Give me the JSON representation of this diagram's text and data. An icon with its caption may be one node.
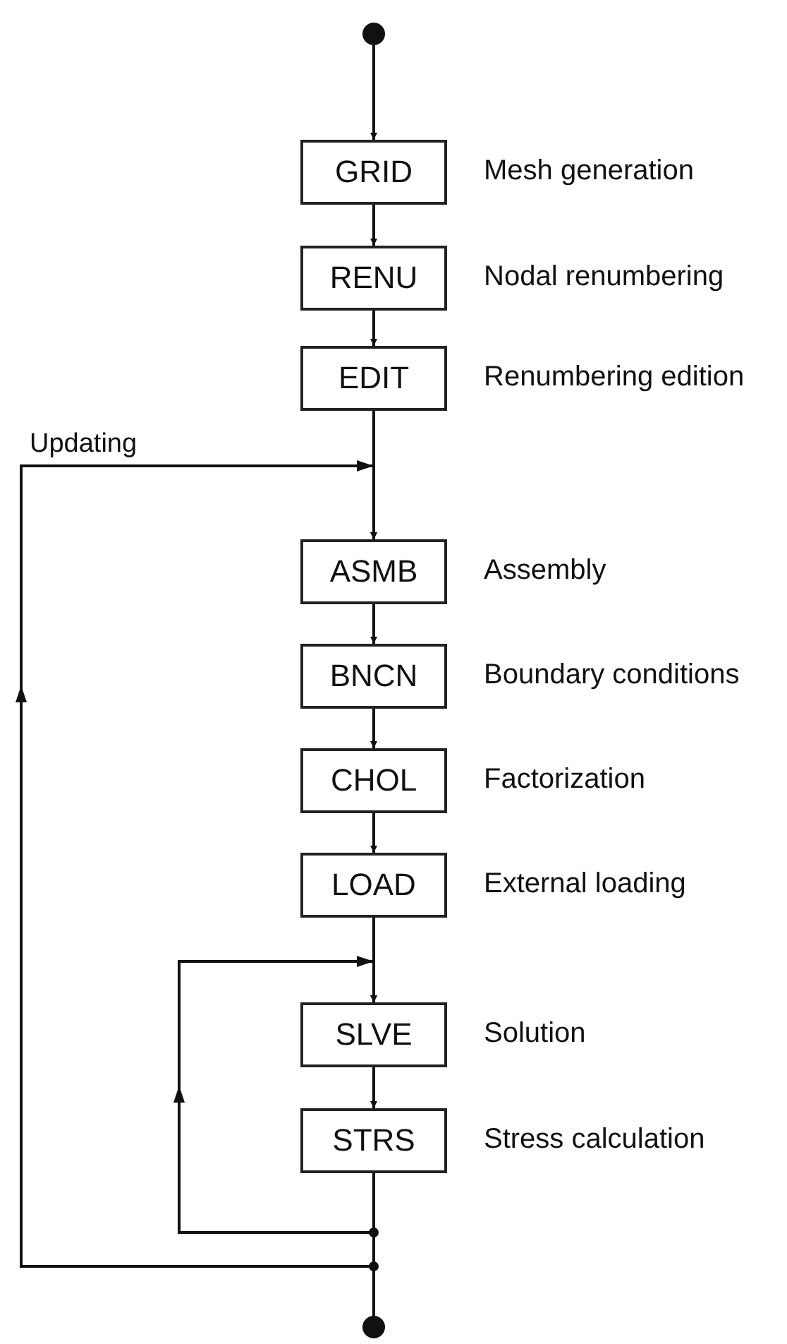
{
  "diagram": {
    "nodes": [
      {
        "text": [],
        "shape": "circle"
      },
      {
        "text": [
          "GRID"
        ],
        "beside": [
          "Mesh generation"
        ]
      },
      {
        "text": [
          "RENU"
        ],
        "beside": [
          "Nodal renumbering"
        ]
      },
      {
        "text": [
          "EDIT"
        ],
        "beside": [
          "Renumbering edition"
        ]
      },
      {
        "text": [
          "ASMB"
        ],
        "beside": [
          "Assembly"
        ]
      },
      {
        "text": [
          "BNCN"
        ],
        "beside": [
          "Boundary conditions"
        ]
      },
      {
        "text": [
          "CHOL"
        ],
        "beside": [
          "Factorization"
        ]
      },
      {
        "text": [
          "LOAD"
        ],
        "beside": [
          "External loading"
        ]
      },
      {
        "text": [
          "SLVE"
        ],
        "beside": [
          "Solution"
        ]
      },
      {
        "text": [
          "STRS"
        ],
        "beside": [
          "Stress calculation"
        ]
      },
      {
        "text": [],
        "shape": "circle"
      }
    ],
    "edges": [
      {
        "from": 0,
        "to": 1,
        "arrow": "to"
      },
      {
        "from": 1,
        "to": 2,
        "arrow": "to"
      },
      {
        "from": 2,
        "to": 3,
        "arrow": "to"
      },
      {
        "from": 3,
        "to": 4,
        "arrow": "to"
      },
      {
        "from": 4,
        "to": 5,
        "arrow": "to"
      },
      {
        "from": 5,
        "to": 6,
        "arrow": "to"
      },
      {
        "from": 6,
        "to": 7,
        "arrow": "to"
      },
      {
        "from": 7,
        "to": 8,
        "arrow": "to"
      },
      {
        "from": 8,
        "to": 9,
        "arrow": "to"
      },
      {
        "from": 9,
        "to": 8,
        "arrow": "to"
      },
      {
        "from": 9,
        "to": 4,
        "label": "Updating",
        "arrow": "to"
      },
      {
        "from": 9,
        "to": 10,
        "arrow": "none"
      }
    ]
  }
}
